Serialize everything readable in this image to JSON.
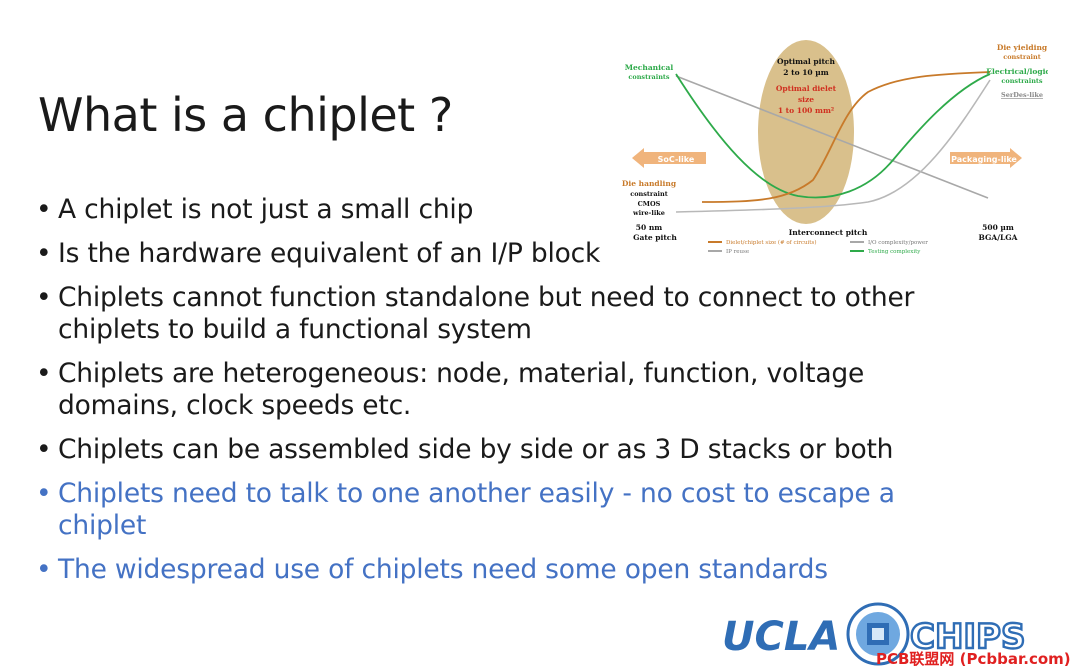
{
  "slide": {
    "title": "What is a chiplet ?",
    "bullets": [
      {
        "text": "A chiplet is not just a small chip",
        "color": "#1a1a1a"
      },
      {
        "text": "Is the hardware equivalent of an I/P block",
        "color": "#1a1a1a"
      },
      {
        "text": "Chiplets cannot function standalone but need to connect to other chiplets to build a functional system",
        "color": "#1a1a1a"
      },
      {
        "text": "Chiplets are heterogeneous: node, material, function, voltage domains, clock speeds etc.",
        "color": "#1a1a1a"
      },
      {
        "text": "Chiplets can be assembled side by side or as 3 D stacks or both",
        "color": "#1a1a1a"
      },
      {
        "text": "Chiplets need to talk to one another easily - no cost to escape a chiplet",
        "color": "#4472c4"
      },
      {
        "text": "The widespread use of chiplets need some open standards",
        "color": "#4472c4"
      }
    ],
    "bullet_glyph": "•"
  },
  "figure": {
    "optimal_pitch": [
      "Optimal pitch",
      "2 to 10 µm"
    ],
    "optimal_dielet": [
      "Optimal dielet",
      "size",
      "1 to 100 mm²"
    ],
    "mechanical": [
      "Mechanical",
      "constraints"
    ],
    "die_yielding": [
      "Die yielding",
      "constraint"
    ],
    "electrical": [
      "Electrical/logical",
      "constraints"
    ],
    "serdes": "SerDes-like",
    "soc_like": "SoC-like",
    "packaging_like": "Packaging-like",
    "die_handling": [
      "Die handling",
      "constraint"
    ],
    "cmos": [
      "CMOS",
      "wire-like"
    ],
    "x_left": [
      "50 nm",
      "Gate pitch"
    ],
    "x_center": "Interconnect pitch",
    "x_right": [
      "500 µm",
      "BGA/LGA"
    ],
    "legend": [
      {
        "label": "Dielet/chiplet size (# of circuits)",
        "color": "#c87a2a"
      },
      {
        "label": "I/O complexity/power",
        "color": "#a8a8a8"
      },
      {
        "label": "IP reuse",
        "color": "#a8a8a8"
      },
      {
        "label": "Testing complexity",
        "color": "#2eaa4a"
      }
    ],
    "colors": {
      "ellipse": "#d9c08c",
      "orange": "#c87a2a",
      "green": "#2eaa4a",
      "gray": "#a8a8a8",
      "arrow": "#f0b47c",
      "red": "#d03020"
    }
  },
  "logo": {
    "left_text": "UCLA",
    "right_text": "CHIPS",
    "color": "#2f6db5",
    "icon": "globe-chip-icon"
  },
  "watermark": "PCB联盟网 (Pcbbar.com)"
}
